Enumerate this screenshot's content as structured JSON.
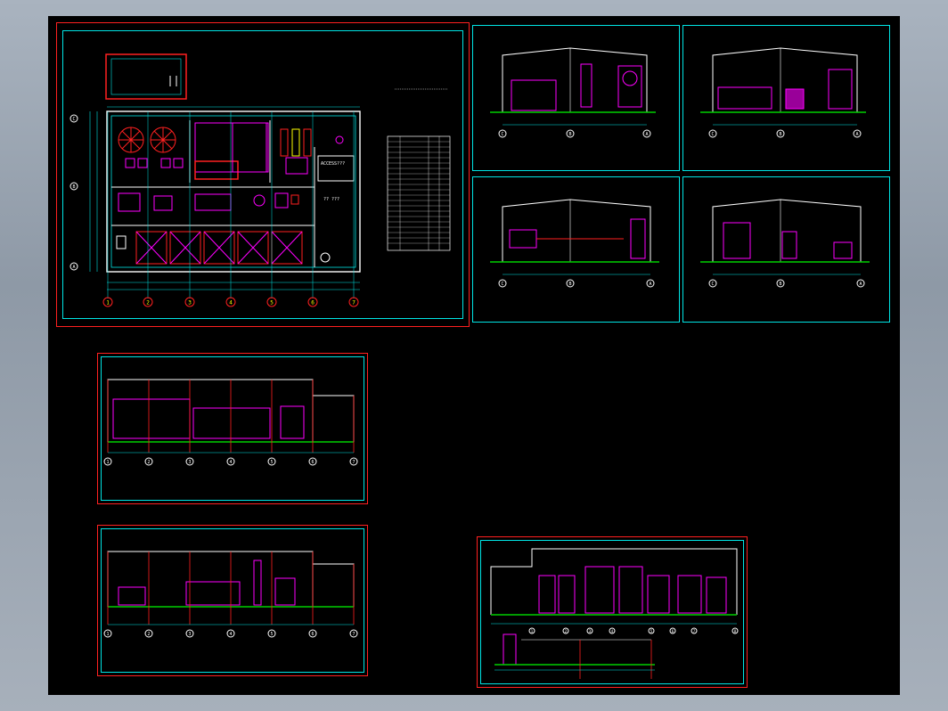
{
  "colors": {
    "background": "#000000",
    "frame_red": "#ff2020",
    "frame_cyan": "#00e5e5",
    "equipment_magenta": "#ff00ff",
    "floor_green": "#00d000",
    "text_white": "#ffffff",
    "text_yellow": "#ffff00"
  },
  "plan": {
    "room_label_1": "ACCESS???",
    "room_label_2": "?? ???",
    "grid_numbers": [
      "1",
      "2",
      "3",
      "4",
      "5",
      "6",
      "7"
    ],
    "grid_letters": [
      "C",
      "B",
      "A"
    ]
  },
  "sections": {
    "grid_letters": [
      "C",
      "B",
      "A"
    ]
  },
  "elevations": {
    "grid_numbers": [
      "1",
      "2",
      "3",
      "4",
      "5",
      "6",
      "7"
    ]
  },
  "lower_right": {
    "grid_numbers": [
      "1",
      "2",
      "3",
      "4",
      "5",
      "6",
      "7",
      "8"
    ]
  }
}
